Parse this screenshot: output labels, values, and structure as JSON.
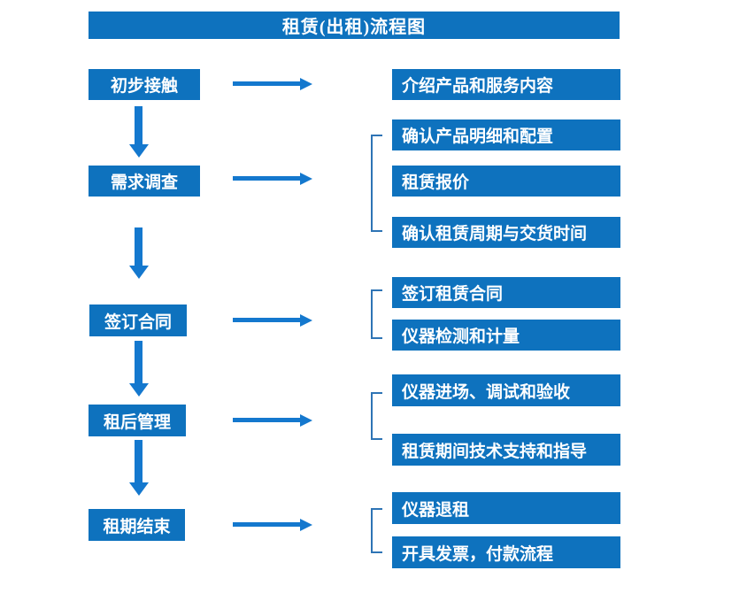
{
  "title": "租赁(出租)流程图",
  "colors": {
    "box": "#0e72be",
    "arrow": "#1478ce",
    "bracket": "#2e74b5",
    "text": "#ffffff",
    "background": "#ffffff"
  },
  "steps": [
    {
      "label": "初步接触",
      "details": [
        "介绍产品和服务内容"
      ]
    },
    {
      "label": "需求调查",
      "details": [
        "确认产品明细和配置",
        "租赁报价",
        "确认租赁周期与交货时间"
      ]
    },
    {
      "label": "签订合同",
      "details": [
        "签订租赁合同",
        "仪器检测和计量"
      ]
    },
    {
      "label": "租后管理",
      "details": [
        "仪器进场、调试和验收",
        "租赁期间技术支持和指导"
      ]
    },
    {
      "label": "租期结束",
      "details": [
        "仪器退租",
        "开具发票，付款流程"
      ]
    }
  ]
}
